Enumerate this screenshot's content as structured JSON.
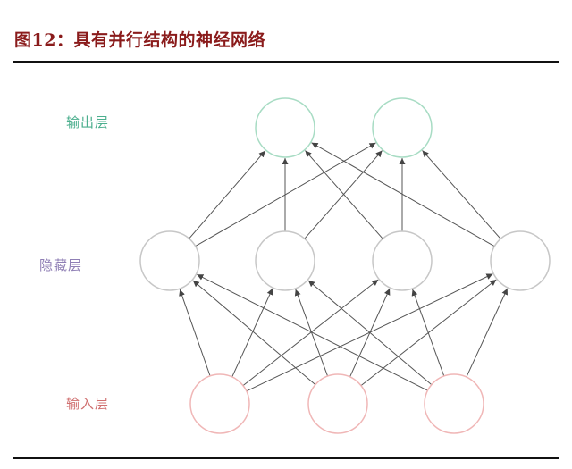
{
  "title": "图12：具有并行结构的神经网络",
  "layers": {
    "output": {
      "label": "输出层",
      "color": "#4caf8e",
      "count": 2
    },
    "hidden": {
      "label": "隐藏层",
      "color": "#8f7fb5",
      "count": 4
    },
    "input": {
      "label": "输入层",
      "color": "#d07070",
      "count": 3
    }
  },
  "node_outline_colors": {
    "output": "#a8dcc4",
    "hidden": "#c7c7c7",
    "input": "#f0b7b7"
  },
  "connections": "fully-connected between adjacent layers"
}
